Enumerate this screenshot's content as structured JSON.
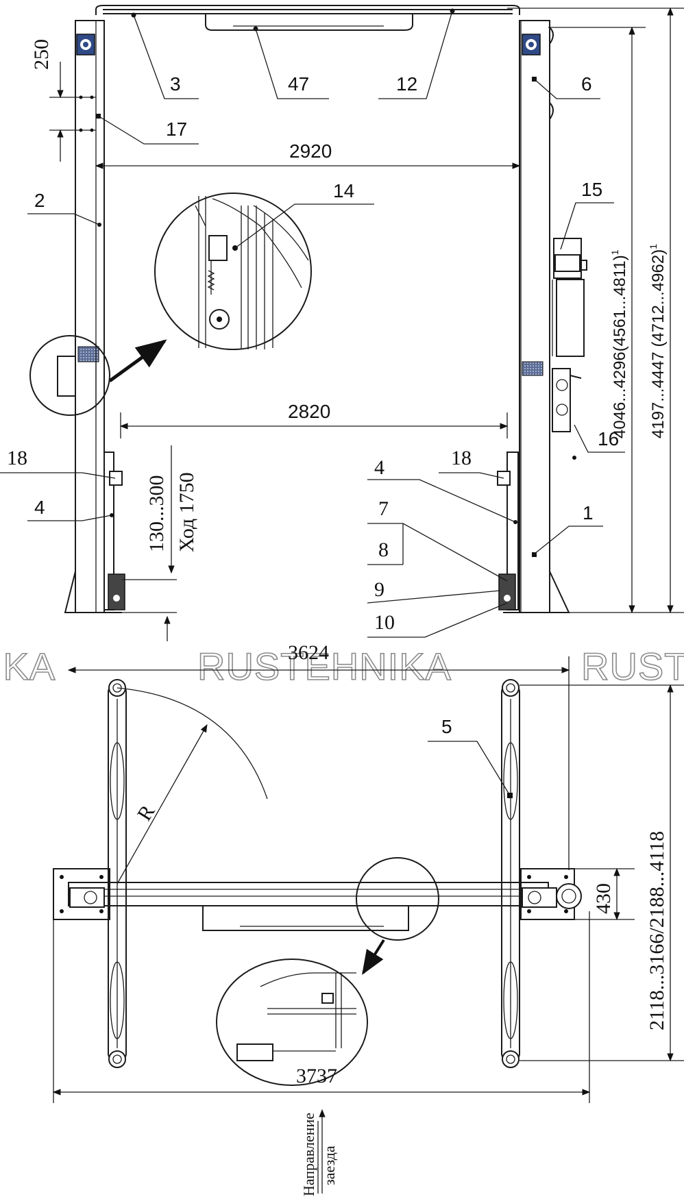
{
  "watermark": {
    "left_fragment": "IKA",
    "center": "RUSTEHNIKA",
    "right_fragment": "RUST"
  },
  "front_view": {
    "dimensions": {
      "width_top": "2920",
      "width_inner": "2820",
      "top_offset": "250",
      "pad_height": "130...300",
      "travel": "Ход 1750",
      "height_low": "4046...4296(4561...4811)",
      "height_low_note": "1",
      "height_high": "4197...4447 (4712...4962)",
      "height_high_note": "1"
    },
    "callouts": {
      "c1": "1",
      "c2": "2",
      "c3": "3",
      "c4a": "4",
      "c4b": "4",
      "c6": "6",
      "c7": "7",
      "c8": "8",
      "c9": "9",
      "c10": "10",
      "c12": "12",
      "c14": "14",
      "c15": "15",
      "c16": "16",
      "c17": "17",
      "c18a": "18",
      "c18b": "18",
      "c47": "47"
    }
  },
  "top_view": {
    "dimensions": {
      "width_outer": "3624",
      "width_total": "3737",
      "arm_reach": "2118...3166/2188...4118",
      "base_depth": "430",
      "radius": "R"
    },
    "callouts": {
      "c5": "5"
    },
    "direction": {
      "line1": "Направление",
      "line2": "заезда"
    }
  }
}
